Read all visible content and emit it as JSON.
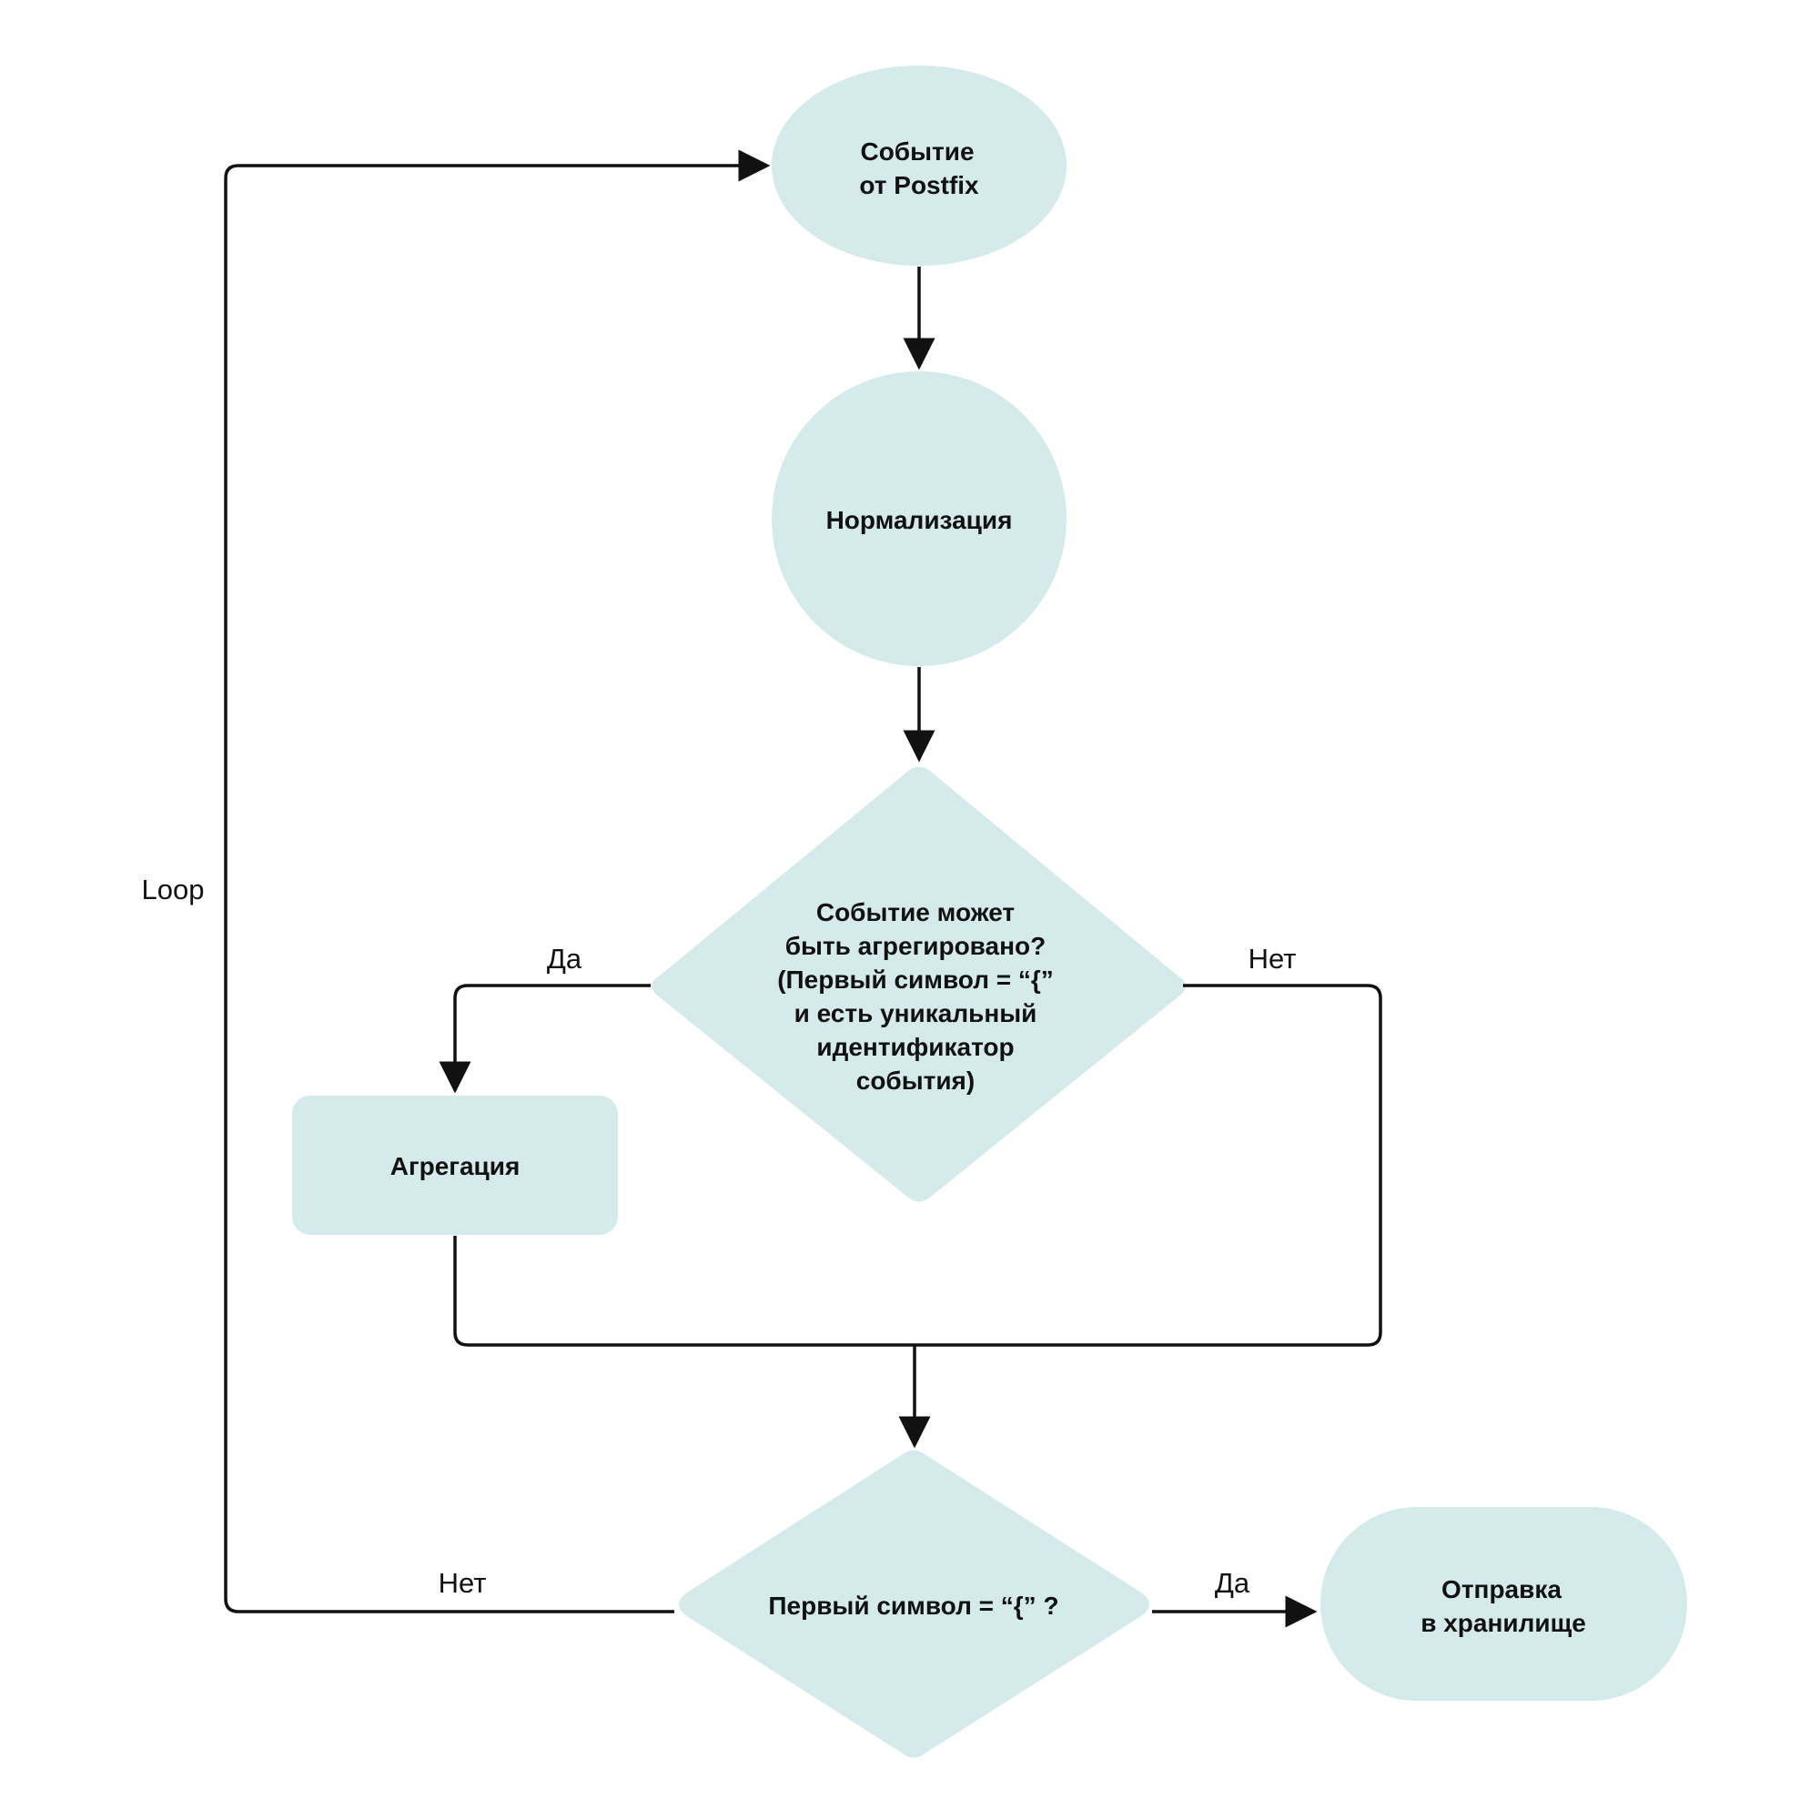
{
  "diagram": {
    "colors": {
      "node_fill": "#d5eaea",
      "edge": "#111111",
      "text": "#111111",
      "background": "#ffffff"
    },
    "nodes": {
      "event": {
        "line1": "Событие",
        "line2": "от Postfix"
      },
      "normalization": {
        "label": "Нормализация"
      },
      "decision_aggregate": {
        "line1": "Событие может",
        "line2": "быть агрегировано?",
        "line3": "(Первый символ  = “{”",
        "line4": "и есть уникальный",
        "line5": "идентификатор",
        "line6": "события)"
      },
      "aggregation": {
        "label": "Агрегация"
      },
      "decision_first_char": {
        "label": "Первый символ  = “{” ?"
      },
      "send": {
        "line1": "Отправка",
        "line2": "в хранилище"
      }
    },
    "edge_labels": {
      "loop": "Loop",
      "agg_yes": "Да",
      "agg_no": "Нет",
      "first_no": "Нет",
      "first_yes": "Да"
    }
  }
}
